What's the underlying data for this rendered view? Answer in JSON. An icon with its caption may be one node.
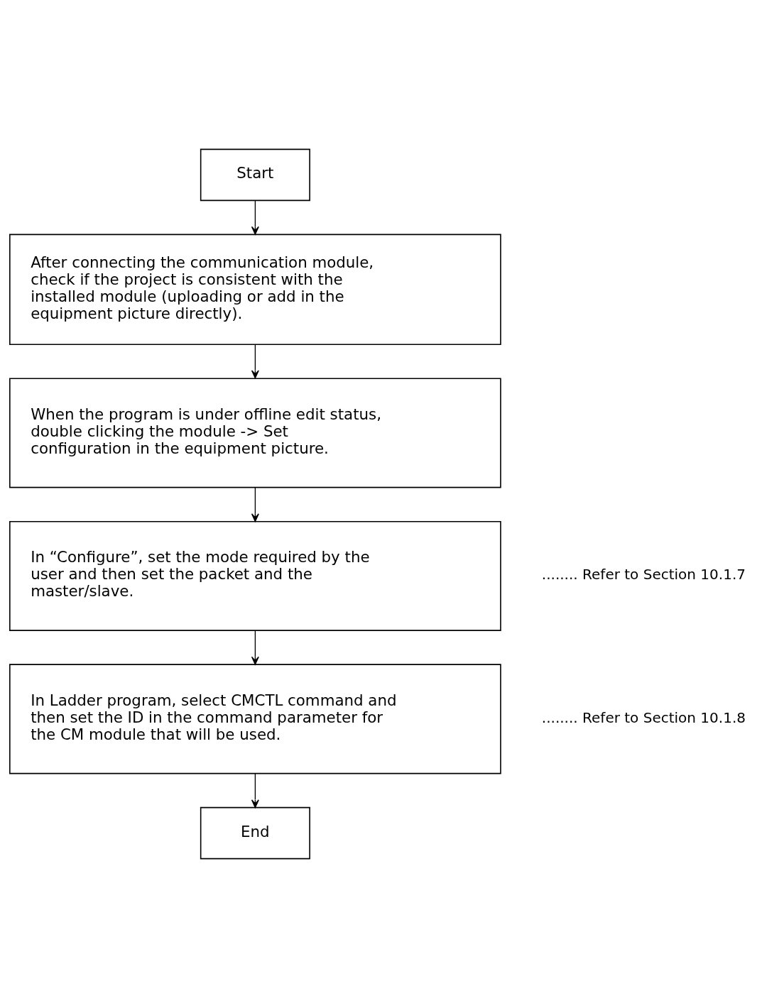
{
  "diagram": {
    "nodes": [
      {
        "text": [
          "Start"
        ]
      },
      {
        "text": [
          "After connecting the communication module, check if the project is consistent with the installed module (uploading or add in the equipment picture directly)."
        ]
      },
      {
        "text": [
          "When the program is under offline edit status, double clicking the module -> Set configuration in the equipment picture."
        ]
      },
      {
        "text": [
          "In “Configure”, set the mode required by the user and then set the packet and the master/slave."
        ],
        "beside": [
          "........ Refer to Section 10.1.7"
        ]
      },
      {
        "text": [
          "In Ladder program, select CMCTL command and then set the ID in the command parameter for the CM module that will be used."
        ],
        "beside": [
          "........ Refer to Section 10.1.8"
        ]
      },
      {
        "text": [
          "End"
        ]
      }
    ],
    "edges": [
      {
        "from": 0,
        "to": 1,
        "arrow": "to"
      },
      {
        "from": 1,
        "to": 2,
        "arrow": "to"
      },
      {
        "from": 2,
        "to": 3,
        "arrow": "to"
      },
      {
        "from": 3,
        "to": 4,
        "arrow": "to"
      },
      {
        "from": 4,
        "to": 5,
        "arrow": "to"
      }
    ]
  }
}
